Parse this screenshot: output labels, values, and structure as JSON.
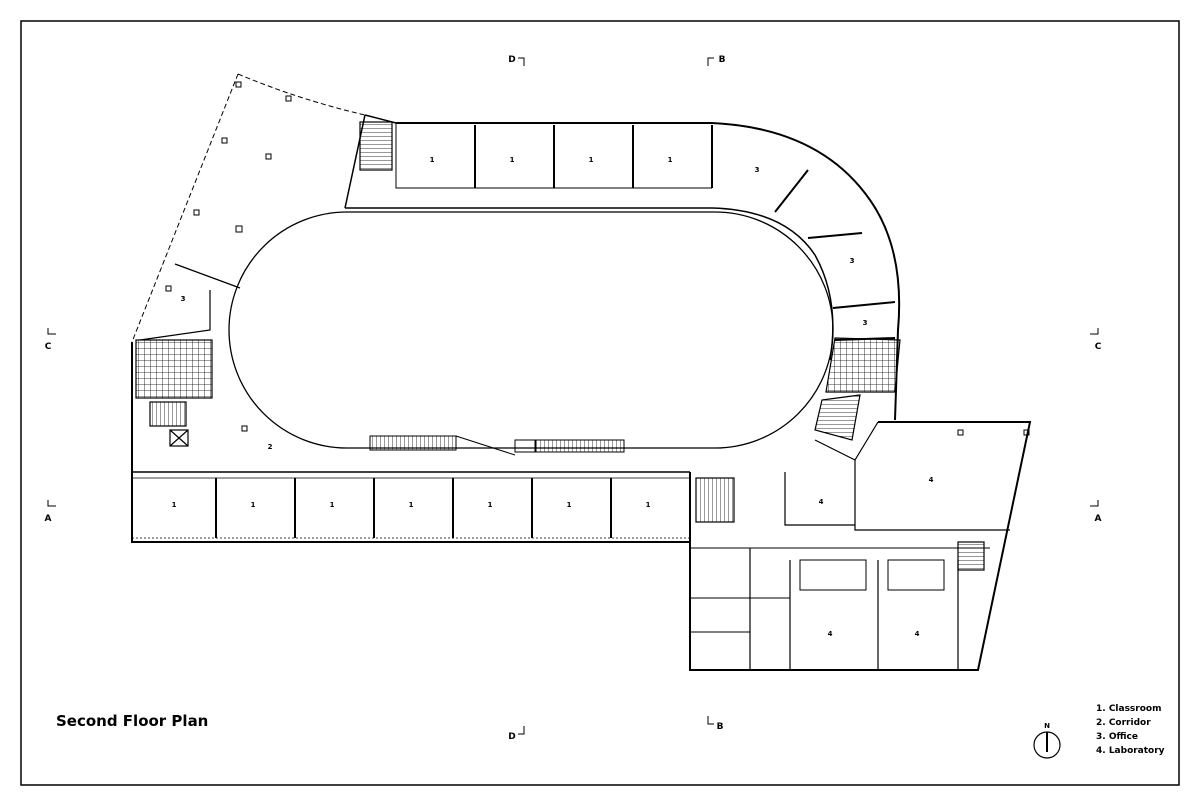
{
  "title": "Second Floor Plan",
  "legend": [
    "1. Classroom",
    "2. Corridor",
    "3. Office",
    "4. Laboratory"
  ],
  "north_label": "N",
  "section_marks": {
    "d_top": "D",
    "d_bottom": "D",
    "b_top": "B",
    "b_bottom": "B",
    "c_left": "C",
    "c_right": "C",
    "a_left": "A",
    "a_right": "A"
  },
  "rooms": {
    "top_wing": [
      "1",
      "1",
      "1",
      "1",
      "3"
    ],
    "curve": [
      "3",
      "3"
    ],
    "west_office": "3",
    "corridor": "2",
    "south_wing": [
      "1",
      "1",
      "1",
      "1",
      "1",
      "1",
      "1"
    ],
    "lab_upper": [
      "4",
      "4"
    ],
    "lab_lower": [
      "4",
      "4"
    ]
  }
}
